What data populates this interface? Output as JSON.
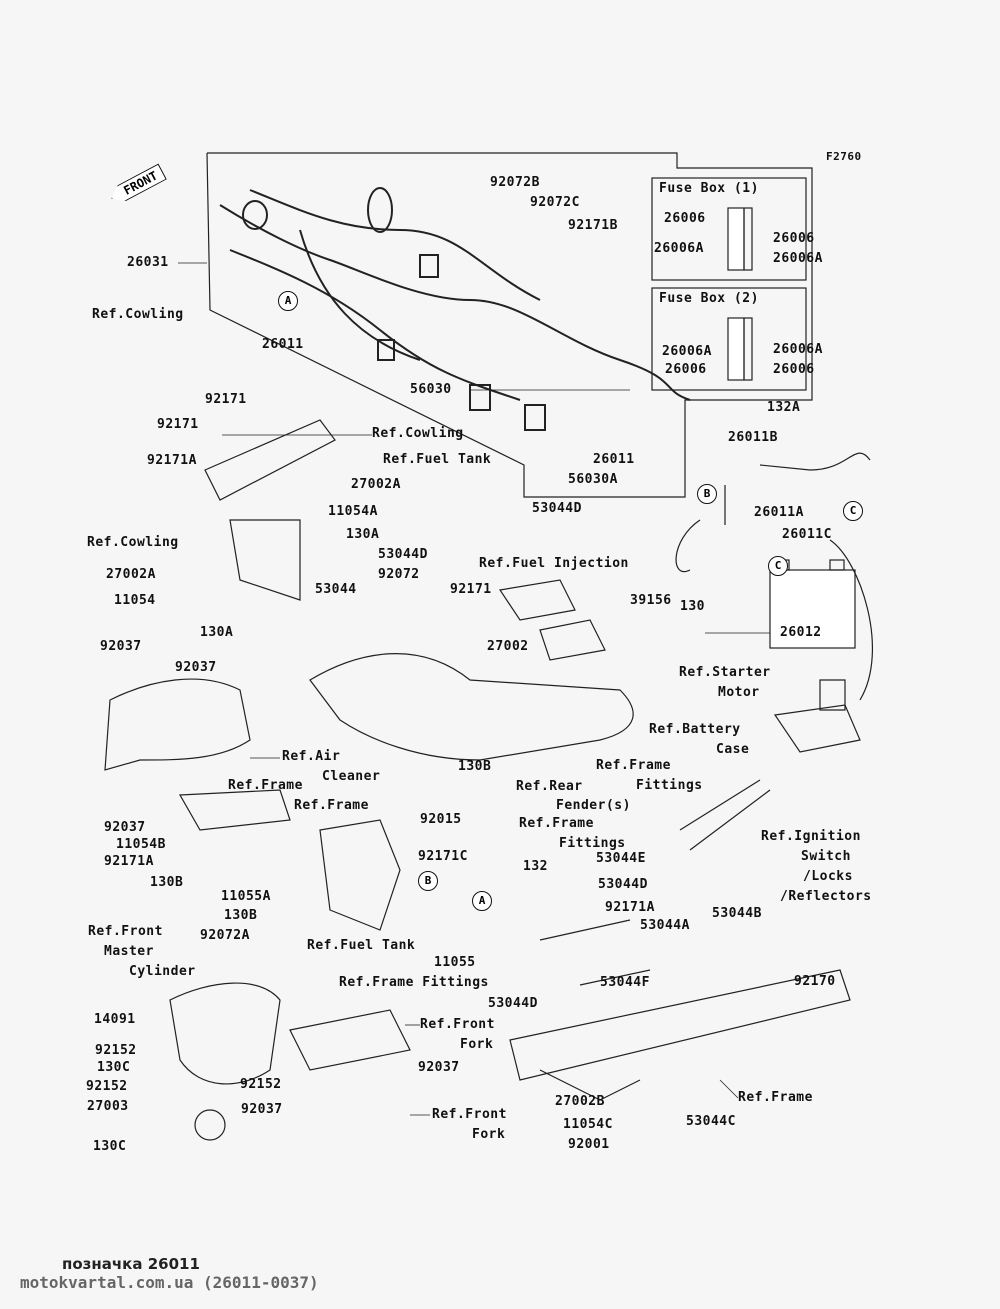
{
  "diagram_code": "F2760",
  "front_label": "FRONT",
  "labels": [
    "92072B",
    "92072C",
    "92171B",
    "26031",
    "Fuse Box (1)",
    "26006",
    "26006A",
    "26006",
    "26006A",
    "Fuse Box (2)",
    "26006A",
    "26006",
    "26006A",
    "26006",
    "Ref.Cowling",
    "26011",
    "56030",
    "92171",
    "92171",
    "Ref.Cowling",
    "92171A",
    "Ref.Fuel Tank",
    "26011",
    "56030A",
    "27002A",
    "132A",
    "26011B",
    "26011A",
    "11054A",
    "53044D",
    "Ref.Cowling",
    "130A",
    "26011C",
    "53044D",
    "Ref.Fuel Injection",
    "27002A",
    "92072",
    "53044",
    "92171",
    "11054",
    "39156",
    "130",
    "130A",
    "26012",
    "27002",
    "92037",
    "92037",
    "Ref.Starter",
    "Motor",
    "Ref.Battery",
    "Case",
    "Ref.Air",
    "Cleaner",
    "Ref.Frame",
    "Fittings",
    "Ref.Frame",
    "130B",
    "Ref.Rear",
    "Fender(s)",
    "Ref.Frame",
    "92015",
    "92037",
    "Ref.Frame",
    "Fittings",
    "11054B",
    "Ref.Ignition",
    "Switch",
    "/Locks",
    "/Reflectors",
    "92171C",
    "53044E",
    "92171A",
    "132",
    "130B",
    "53044D",
    "11055A",
    "92171A",
    "130B",
    "53044B",
    "Ref.Front",
    "Master",
    "Cylinder",
    "92072A",
    "53044A",
    "Ref.Fuel Tank",
    "11055",
    "92170",
    "Ref.Frame Fittings",
    "14091",
    "53044D",
    "53044F",
    "Ref.Front",
    "Fork",
    "92152",
    "130C",
    "92152",
    "92152",
    "92037",
    "Ref.Frame",
    "27003",
    "92037",
    "Ref.Front",
    "Fork",
    "27002B",
    "53044C",
    "11054C",
    "130C",
    "92001"
  ],
  "markers": [
    "A",
    "B",
    "C",
    "C",
    "B",
    "A"
  ],
  "footer": {
    "caption": "позначка 26011",
    "source": "motokvartal.com.ua (26011-0037)"
  }
}
